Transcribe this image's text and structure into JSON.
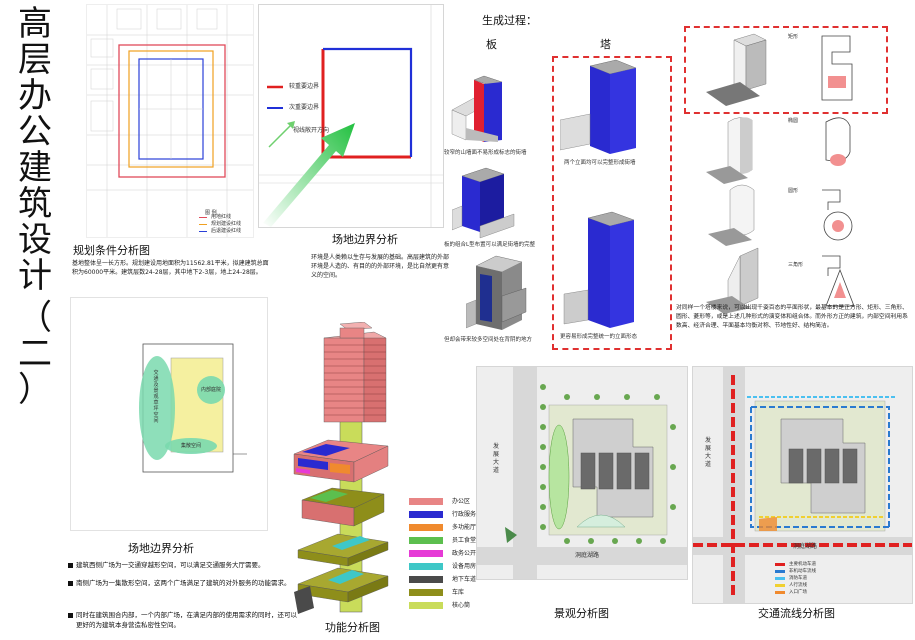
{
  "title_chars": [
    "高",
    "层",
    "办",
    "公",
    "建",
    "筑",
    "设",
    "计",
    "（",
    "二",
    "）"
  ],
  "planning": {
    "caption": "规划条件分析图",
    "text": "基地整体呈一长方形。规划建设用地面积为11562.81平米，拟建建筑总面积为60000平米。建筑层数24-28层，其中地下2-3层，地上24-28层。",
    "legend_title": "图 例",
    "legend": [
      "用地红线",
      "规划建设红线",
      "后退建设红线"
    ]
  },
  "boundary": {
    "caption": "场地边界分析",
    "primary_label": "较重要边界",
    "secondary_label": "次重要边界",
    "view_label": "视线敞开方向",
    "text": "环境是人类赖以生存与发展的基础。高层建筑的外部环境是人造的、有目的的外部环境，是比自然更有意义的空间。"
  },
  "site": {
    "caption": "场地边界分析",
    "circle_label": "交通及景观草坪空间",
    "inner_label": "内部庭院",
    "ellipse_label": "集散空间",
    "bullets": [
      "建筑西侧广场为一交通穿越形空间，可以满足交通服务大厅需要。",
      "南侧广场为一集散形空间，这两个广场满足了建筑的对外服务的功能需求。",
      "同时在建筑围合内部，一个内部广场，在满足内部的使用需求的同时，还可以更好的为建筑本身营造私密性空间。"
    ]
  },
  "function": {
    "caption": "功能分析图",
    "legend": [
      {
        "label": "办公区",
        "color": "#e88585"
      },
      {
        "label": "行政服务大厅",
        "color": "#2a2ad0"
      },
      {
        "label": "多功能厅",
        "color": "#f08a2e"
      },
      {
        "label": "员工食堂及厨房",
        "color": "#5cbf4e"
      },
      {
        "label": "政务公开",
        "color": "#e63ad6"
      },
      {
        "label": "设备用房",
        "color": "#3ec7c7"
      },
      {
        "label": "地下车道",
        "color": "#4a4a4a"
      },
      {
        "label": "车库",
        "color": "#8e8e1a"
      },
      {
        "label": "核心筒",
        "color": "#c9dc5a"
      }
    ]
  },
  "generation": {
    "heading": "生成过程：",
    "slab_label": "板",
    "tower_label": "塔",
    "slab_captions": [
      "较窄的山墙面不易形成标志的街墙",
      "板的组合L型布置可以满足街墙的完整",
      "但却会带来较多空间处在背阴的地方"
    ],
    "tower_captions": [
      "两个立面均可以完整形成街墙",
      "更容易形成完整统一的立面形态"
    ],
    "shape_labels": [
      "矩形",
      "椭圆",
      "圆形",
      "三角形"
    ],
    "description": "对同样一个塔楼来说，可以出现千姿百态的平面形状，最基本的是正方形、矩形、三角形、圆形、菱形等，或是上述几种形式的演变体和组合体。而外形方正的建筑，内部空间利用系数高、经济合理、平面基本均衡对称、节地性好、结构简洁。"
  },
  "landscape": {
    "caption": "景观分析图",
    "road_west": "发展大道",
    "road_south": "洞庭湖路"
  },
  "traffic": {
    "caption": "交通流线分析图",
    "road_west": "发展大道",
    "road_south": "洞庭湖路",
    "legend": [
      "主要机动车道",
      "非机动车流线",
      "消防车道",
      "人行流线",
      "入口广场"
    ]
  }
}
